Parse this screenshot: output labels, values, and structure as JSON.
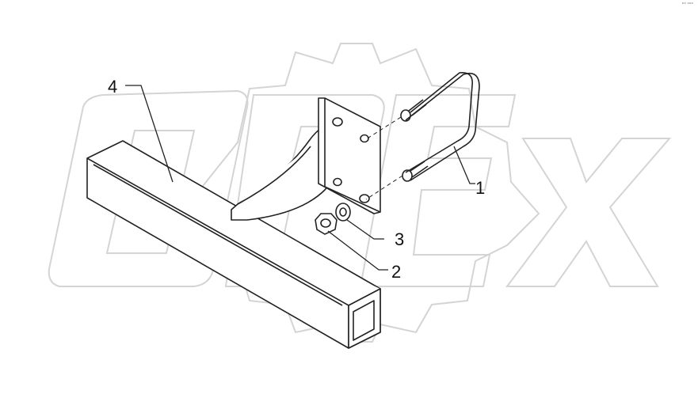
{
  "watermark": {
    "text": "OPEX",
    "icon": "gear-icon"
  },
  "corner_mark": "ᵉᵈ ᵒᵒᵒ",
  "callouts": [
    {
      "label": "1",
      "part": "u-bolt"
    },
    {
      "label": "2",
      "part": "nut"
    },
    {
      "label": "3",
      "part": "washer"
    },
    {
      "label": "4",
      "part": "square-tube-beam"
    }
  ],
  "colors": {
    "line": "#222222",
    "watermark": "#d4d4d4"
  }
}
